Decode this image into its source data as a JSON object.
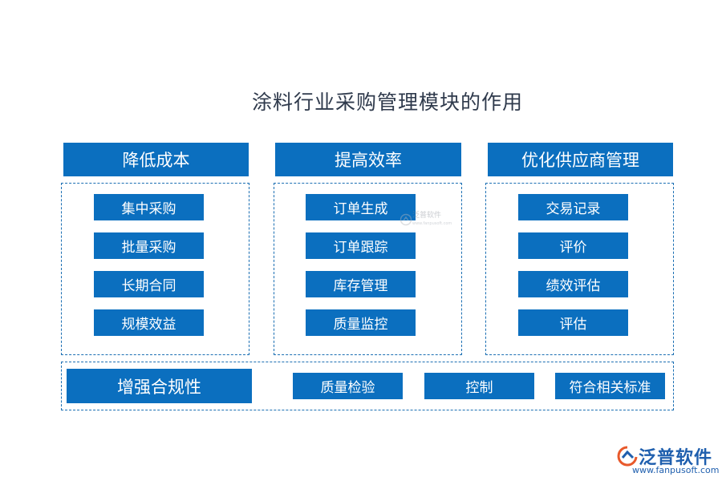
{
  "title": "涂料行业采购管理模块的作用",
  "columns": [
    {
      "header": "降低成本",
      "items": [
        "集中采购",
        "批量采购",
        "长期合同",
        "规模效益"
      ]
    },
    {
      "header": "提高效率",
      "items": [
        "订单生成",
        "订单跟踪",
        "库存管理",
        "质量监控"
      ]
    },
    {
      "header": "优化供应商管理",
      "items": [
        "交易记录",
        "评价",
        "绩效评估",
        "评估"
      ]
    }
  ],
  "compliance": {
    "header": "增强合规性",
    "items": [
      "质量检验",
      "控制",
      "符合相关标准"
    ]
  },
  "watermark": {
    "name": "泛普软件",
    "sub": "www.fanpusoft.com"
  },
  "logo": {
    "name": "泛普软件",
    "url": "www.fanpusoft.com"
  },
  "colors": {
    "box": "#0b6fbf",
    "border": "#1b6fb3",
    "title": "#2f3a4c"
  }
}
